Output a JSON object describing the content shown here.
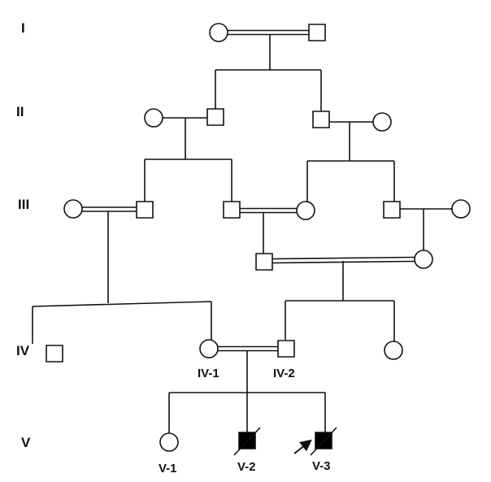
{
  "generations": {
    "g1": "I",
    "g2": "II",
    "g3": "III",
    "g4": "IV",
    "g5": "V"
  },
  "labels": {
    "iv1": "IV-1",
    "iv2": "IV-2",
    "v1": "V-1",
    "v2": "V-2",
    "v3": "V-3"
  },
  "individuals": [
    {
      "id": "I-female",
      "sex": "female",
      "affected": false,
      "deceased": false
    },
    {
      "id": "I-male",
      "sex": "male",
      "affected": false,
      "deceased": false
    },
    {
      "id": "II-female-left",
      "sex": "female",
      "affected": false,
      "deceased": false
    },
    {
      "id": "II-male-left",
      "sex": "male",
      "affected": false,
      "deceased": false
    },
    {
      "id": "II-male-right",
      "sex": "male",
      "affected": false,
      "deceased": false
    },
    {
      "id": "II-female-right",
      "sex": "female",
      "affected": false,
      "deceased": false
    },
    {
      "id": "III-female-1",
      "sex": "female",
      "affected": false,
      "deceased": false
    },
    {
      "id": "III-male-1",
      "sex": "male",
      "affected": false,
      "deceased": false
    },
    {
      "id": "III-male-2",
      "sex": "male",
      "affected": false,
      "deceased": false
    },
    {
      "id": "III-female-2",
      "sex": "female",
      "affected": false,
      "deceased": false
    },
    {
      "id": "III-male-3",
      "sex": "male",
      "affected": false,
      "deceased": false
    },
    {
      "id": "III-female-3",
      "sex": "female",
      "affected": false,
      "deceased": false
    },
    {
      "id": "III-male-4",
      "sex": "male",
      "affected": false,
      "deceased": false
    },
    {
      "id": "III-female-4",
      "sex": "female",
      "affected": false,
      "deceased": false
    },
    {
      "id": "IV-male",
      "sex": "male",
      "affected": false,
      "deceased": false
    },
    {
      "id": "IV-1",
      "sex": "female",
      "affected": false,
      "deceased": false
    },
    {
      "id": "IV-2",
      "sex": "male",
      "affected": false,
      "deceased": false
    },
    {
      "id": "IV-female-right",
      "sex": "female",
      "affected": false,
      "deceased": false
    },
    {
      "id": "V-1",
      "sex": "female",
      "affected": false,
      "deceased": false
    },
    {
      "id": "V-2",
      "sex": "male",
      "affected": true,
      "deceased": true
    },
    {
      "id": "V-3",
      "sex": "male",
      "affected": true,
      "deceased": true,
      "proband": true
    }
  ],
  "colors": {
    "line": "#111111",
    "affected_fill": "#000000",
    "unaffected_fill": "#ffffff"
  }
}
